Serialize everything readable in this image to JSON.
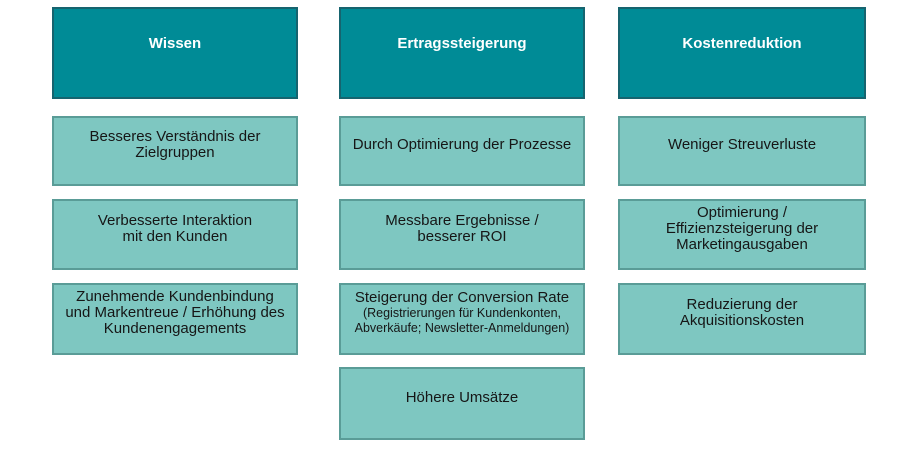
{
  "diagram": {
    "colors": {
      "header_fill": "#008B96",
      "header_border": "#16646F",
      "header_text": "#FFFFFF",
      "box_fill": "#7EC7C1",
      "box_border": "#5A9C97",
      "box_text": "#161616"
    },
    "columns": [
      {
        "id": "wissen",
        "header": "Wissen",
        "items": [
          {
            "lines": [
              {
                "text": "Besseres Verständnis der"
              },
              {
                "text": "Zielgruppen"
              }
            ]
          },
          {
            "lines": [
              {
                "text": "Verbesserte Interaktion"
              },
              {
                "text": "mit den Kunden"
              }
            ]
          },
          {
            "lines": [
              {
                "text": "Zunehmende Kundenbindung"
              },
              {
                "text": "und Markentreue / Erhöhung des"
              },
              {
                "text": "Kundenengagements"
              }
            ]
          }
        ]
      },
      {
        "id": "ertragssteigerung",
        "header": "Ertragssteigerung",
        "items": [
          {
            "lines": [
              {
                "text": "Durch Optimierung der Prozesse"
              }
            ]
          },
          {
            "lines": [
              {
                "text": "Messbare Ergebnisse /"
              },
              {
                "text": "besserer ROI"
              }
            ]
          },
          {
            "lines": [
              {
                "text": "Steigerung der Conversion Rate"
              },
              {
                "text": "(Registrierungen für Kundenkonten,",
                "small": true
              },
              {
                "text": "Abverkäufe; Newsletter-Anmeldungen)",
                "small": true
              }
            ]
          },
          {
            "lines": [
              {
                "text": "Höhere Umsätze"
              }
            ]
          }
        ]
      },
      {
        "id": "kostenreduktion",
        "header": "Kostenreduktion",
        "items": [
          {
            "lines": [
              {
                "text": "Weniger Streuverluste"
              }
            ]
          },
          {
            "lines": [
              {
                "text": "Optimierung /"
              },
              {
                "text": "Effizienzsteigerung der"
              },
              {
                "text": "Marketingausgaben"
              }
            ]
          },
          {
            "lines": [
              {
                "text": "Reduzierung der"
              },
              {
                "text": "Akquisitionskosten"
              }
            ]
          }
        ]
      }
    ]
  }
}
